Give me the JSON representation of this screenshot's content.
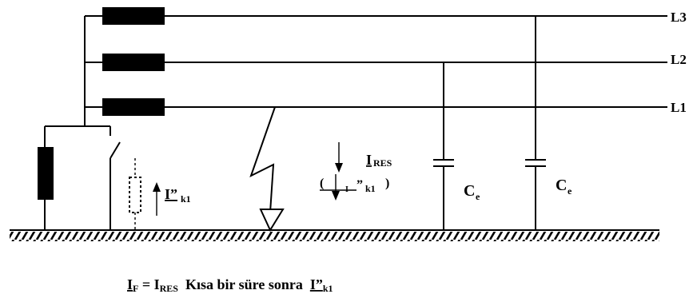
{
  "lines": {
    "l3": "L3",
    "l2": "L2",
    "l1": "L1"
  },
  "currents": {
    "ires_main": "I",
    "ires_sub": "RES",
    "ik1_main": "I”",
    "ik1_sub": "k1",
    "paren_open": "(",
    "paren_i": "I",
    "paren_quote": "”",
    "paren_sub": "k1",
    "paren_close": ")"
  },
  "capacitors": {
    "c1_main": "C",
    "c1_sub": "e",
    "c2_main": "C",
    "c2_sub": "e"
  },
  "formula": {
    "if_main": "I",
    "if_sub": "F",
    "eq": " = I",
    "ires_sub": "RES",
    "text": "  Kısa bir süre sonra  ",
    "ik1_main": "I”",
    "ik1_sub": "k1"
  }
}
